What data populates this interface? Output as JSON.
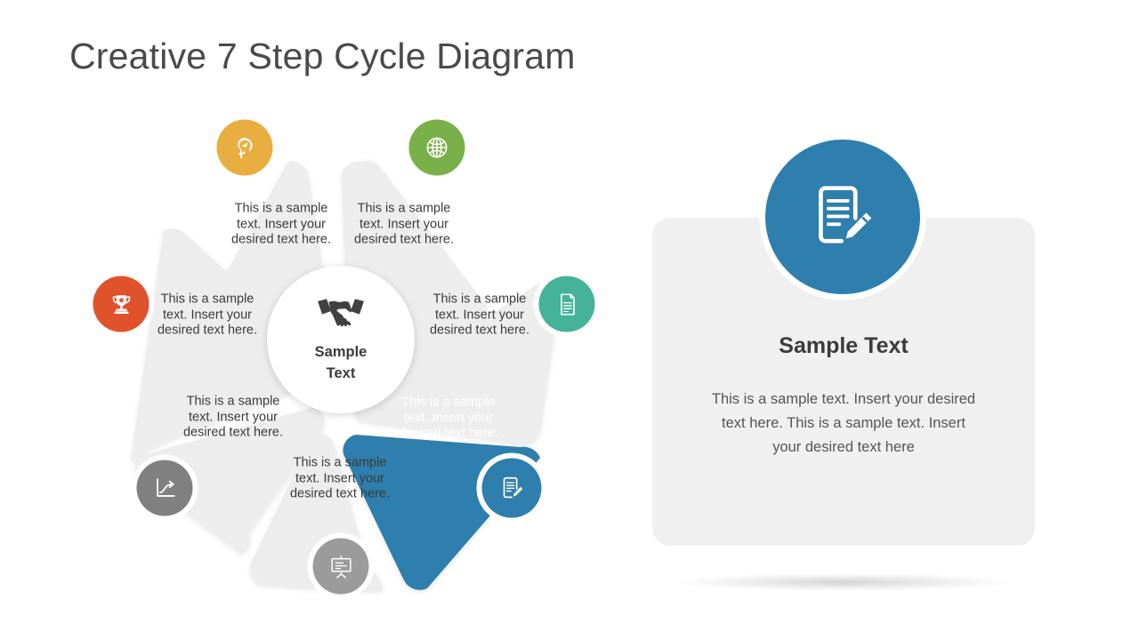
{
  "page": {
    "title": "Creative 7 Step Cycle Diagram",
    "background_color": "#ffffff",
    "title_color": "#4a4a4a"
  },
  "wheel": {
    "center": {
      "label_line1": "Sample",
      "label_line2": "Text",
      "icon": "handshake-icon",
      "icon_color": "#404040",
      "background": "#ffffff"
    },
    "segment_color_default": "#ededed",
    "segment_color_highlight": "#2E7FAD",
    "segments": [
      {
        "id": "segment-1",
        "icon": "brain-head-icon",
        "icon_color": "#E8AE3F",
        "fill": "#ededed",
        "highlighted": false,
        "text": "This is a sample text. Insert your desired text here."
      },
      {
        "id": "segment-2",
        "icon": "globe-icon",
        "icon_color": "#7AB04A",
        "fill": "#ededed",
        "highlighted": false,
        "text": "This is a sample text. Insert your desired text here."
      },
      {
        "id": "segment-3",
        "icon": "document-icon",
        "icon_color": "#45B39A",
        "fill": "#ededed",
        "highlighted": false,
        "text": "This is a sample text. Insert your desired text here."
      },
      {
        "id": "segment-4",
        "icon": "document-edit-icon",
        "icon_color": "#2E7FAD",
        "fill": "#2E7FAD",
        "highlighted": true,
        "text": "This is a sample text. Insert your desired text here."
      },
      {
        "id": "segment-5",
        "icon": "presentation-board-icon",
        "icon_color": "#9b9b9b",
        "fill": "#ededed",
        "highlighted": false,
        "text": "This is a sample text. Insert your desired text here."
      },
      {
        "id": "segment-6",
        "icon": "growth-chart-icon",
        "icon_color": "#808080",
        "fill": "#ededed",
        "highlighted": false,
        "text": "This is a sample text. Insert your desired text here."
      },
      {
        "id": "segment-7",
        "icon": "trophy-icon",
        "icon_color": "#E0522C",
        "fill": "#ededed",
        "highlighted": false,
        "text": "This is a sample text. Insert your desired text here."
      }
    ]
  },
  "detail_panel": {
    "icon": "document-edit-icon",
    "icon_color": "#2E7FAD",
    "background": "#f0f0f0",
    "heading": "Sample Text",
    "body": "This is a sample text.  Insert your desired text here. This is a sample text.  Insert your desired text here"
  }
}
